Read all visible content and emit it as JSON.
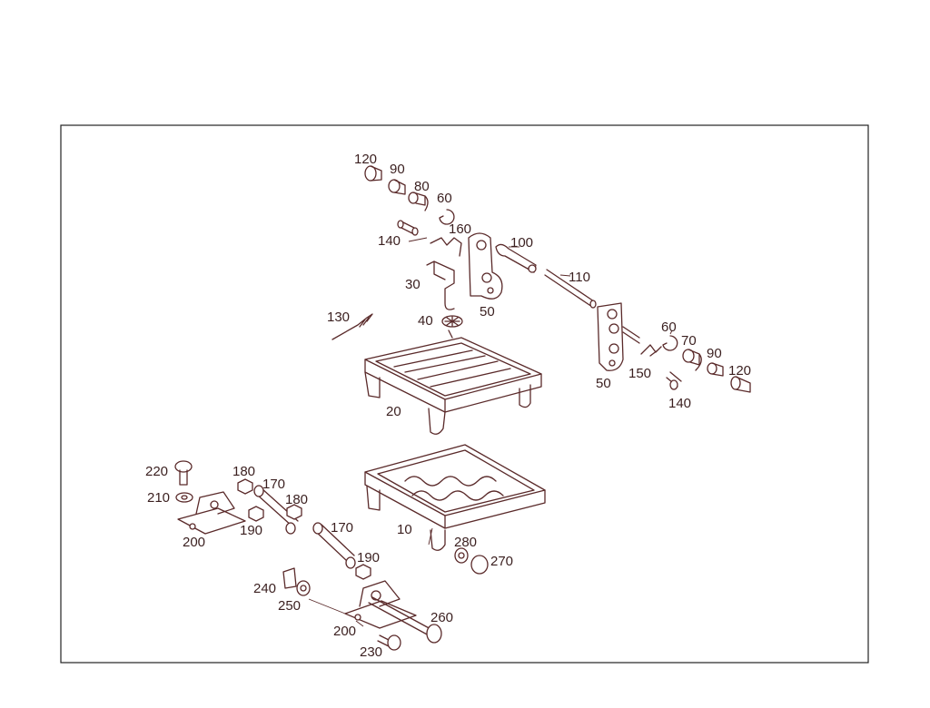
{
  "colors": {
    "ink": "#5a2a2a",
    "label": "#3a1f1f",
    "frame": "#222222",
    "background": "#ffffff"
  },
  "labels": {
    "l120a": "120",
    "l90a": "90",
    "l80": "80",
    "l60a": "60",
    "l160": "160",
    "l140a": "140",
    "l100": "100",
    "l110": "110",
    "l30": "30",
    "l50a": "50",
    "l130": "130",
    "l40": "40",
    "l60b": "60",
    "l70": "70",
    "l90b": "90",
    "l120b": "120",
    "l150": "150",
    "l50b": "50",
    "l140b": "140",
    "l20": "20",
    "l220": "220",
    "l180a": "180",
    "l170a": "170",
    "l180b": "180",
    "l210": "210",
    "l190a": "190",
    "l200a": "200",
    "l10": "10",
    "l170b": "170",
    "l190b": "190",
    "l280": "280",
    "l270": "270",
    "l240": "240",
    "l250": "250",
    "l260": "260",
    "l200b": "200",
    "l230": "230"
  }
}
